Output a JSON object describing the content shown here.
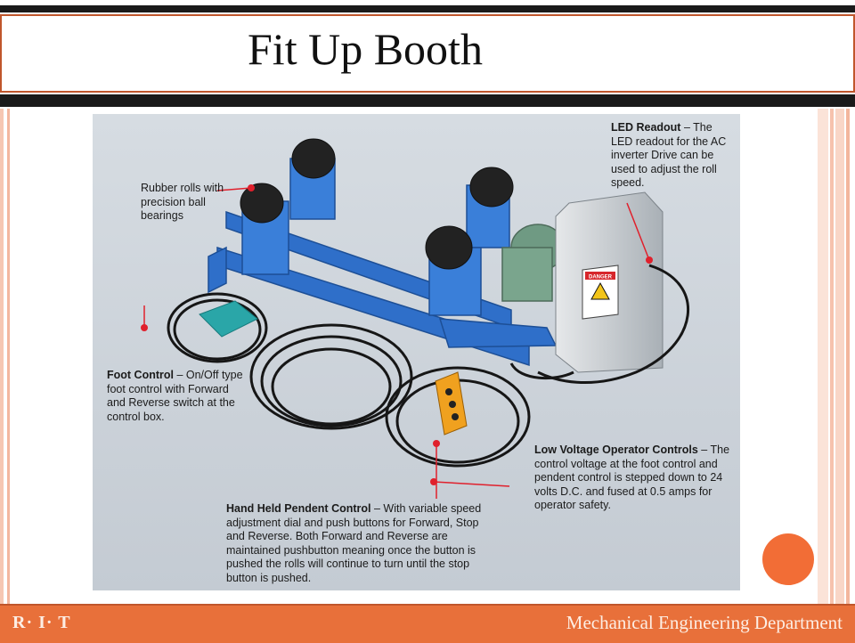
{
  "slide": {
    "title": "Fit Up Booth",
    "footer_left": "R· I· T",
    "footer_right": "Mechanical Engineering Department"
  },
  "photo": {
    "subject": "turning-rolls-welding-positioner",
    "captions": {
      "rubber_rolls": "Rubber  rolls with precision ball bearings",
      "led_heading": "LED Readout",
      "led_body": " – The LED readout for the AC inverter Drive can be used to adjust the roll speed.",
      "foot_heading": "Foot Control",
      "foot_body": " – On/Off type foot control with Forward and Reverse switch at the control box.",
      "lowv_heading": "Low Voltage Operator Controls",
      "lowv_body": " – The control voltage at the foot control and pendent control is stepped down to 24 volts D.C. and fused at 0.5 amps for operator safety.",
      "pendant_heading": "Hand Held Pendent Control",
      "pendant_body": " – With variable speed adjustment dial and push buttons for Forward, Stop and Reverse.  Both Forward and Reverse are maintained pushbutton meaning once the button is pushed the rolls will continue to turn until the stop button is pushed."
    },
    "labels": {
      "danger": "DANGER"
    }
  },
  "colors": {
    "accent": "#e8703a",
    "circle": "#f26d36",
    "frame_line": "#1a1a1a",
    "photo_bg": "#c9d0d8",
    "machine_blue": "#2f6fc9",
    "marker_red": "#e0202c"
  }
}
